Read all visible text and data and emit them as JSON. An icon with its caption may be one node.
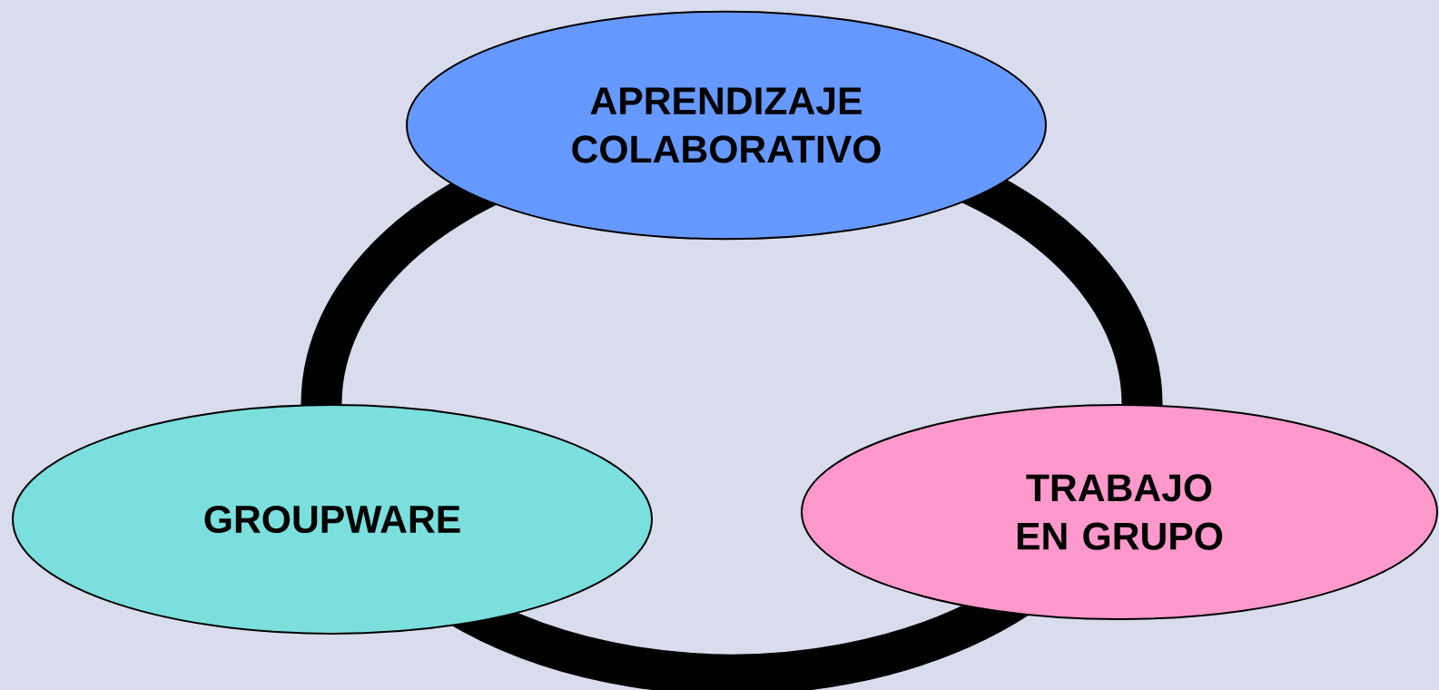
{
  "diagram": {
    "nodes": [
      {
        "text": [
          "APRENDIZAJE COLABORATIVO"
        ]
      },
      {
        "text": [
          "GROUPWARE"
        ]
      },
      {
        "text": [
          "TRABAJO EN GRUPO"
        ]
      }
    ],
    "edges": [
      {
        "from": 0,
        "to": 1,
        "arrow": "none"
      },
      {
        "from": 0,
        "to": 2,
        "arrow": "none"
      },
      {
        "from": 1,
        "to": 2,
        "arrow": "none"
      }
    ]
  }
}
